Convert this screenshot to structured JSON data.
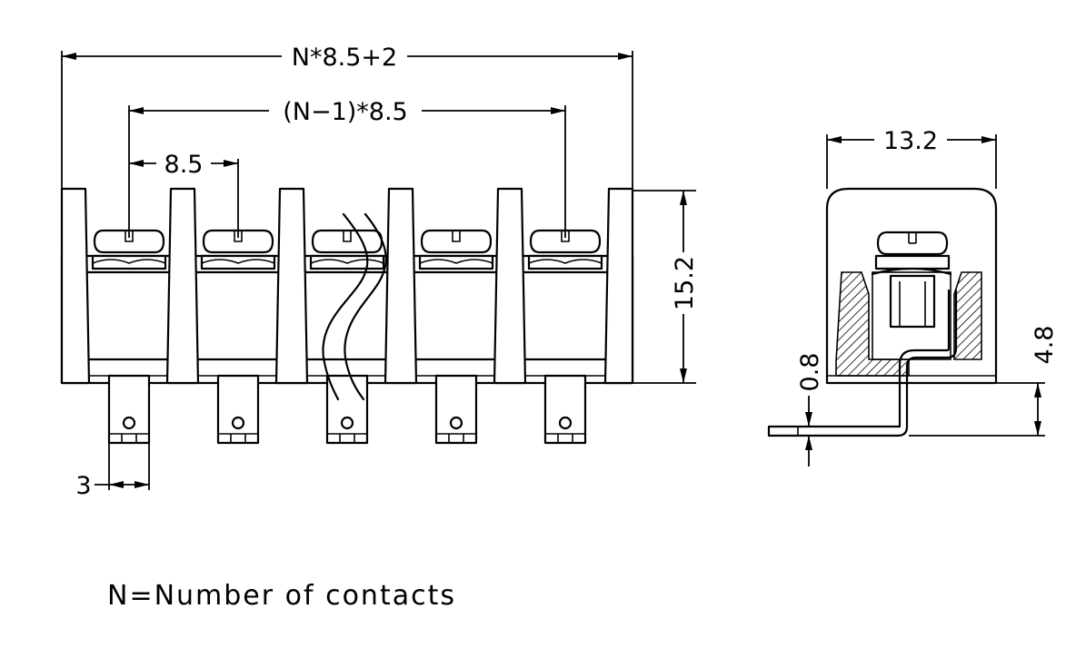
{
  "dimensions": {
    "overall_length": "N*8.5+2",
    "span_length": "(N−1)*8.5",
    "pitch": "8.5",
    "height": "15.2",
    "pin_width": "3",
    "depth": "13.2",
    "pin_thickness": "0.8",
    "pin_length": "4.8"
  },
  "note": "N=Number of contacts",
  "front_view": {
    "contact_count": 5,
    "wire_on_contact": 3
  }
}
